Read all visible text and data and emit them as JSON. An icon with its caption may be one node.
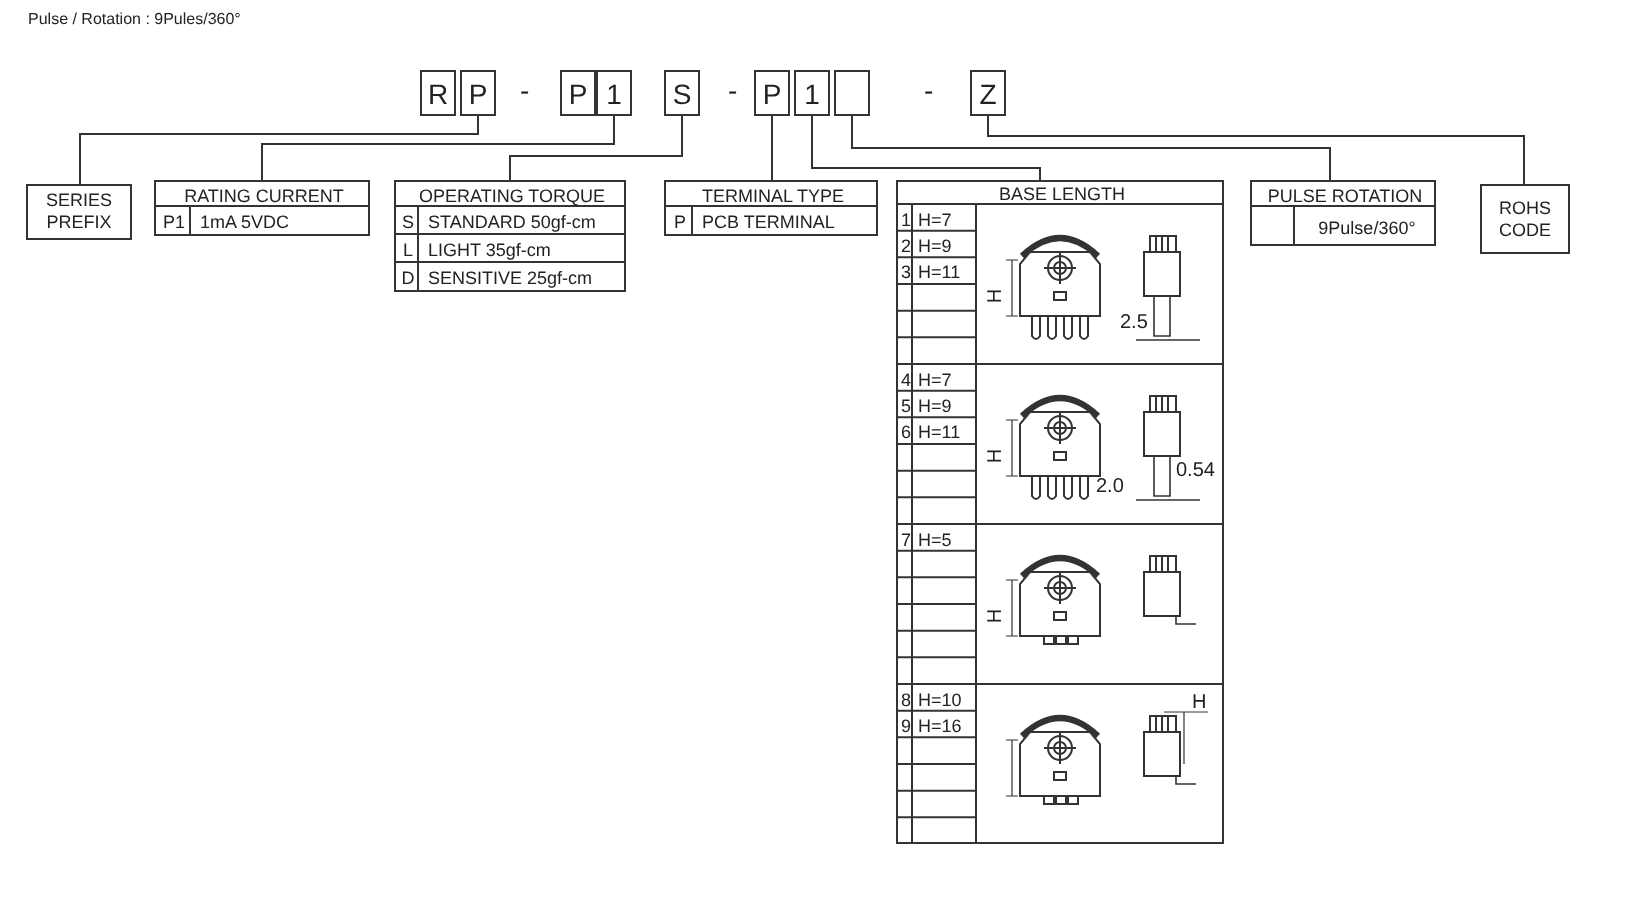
{
  "diagram": {
    "title": "Pulse / Rotation : 9Pules/360°",
    "nodes": [
      {
        "text": [
          "R"
        ]
      },
      {
        "text": [
          "P"
        ]
      },
      {
        "text": [
          "P"
        ]
      },
      {
        "text": [
          "1"
        ]
      },
      {
        "text": [
          "S"
        ]
      },
      {
        "text": [
          "P"
        ]
      },
      {
        "text": [
          "1"
        ]
      },
      {
        "text": [],
        "shape": "box"
      },
      {
        "text": [
          "Z"
        ]
      },
      {
        "text": [
          "SERIES PREFIX"
        ]
      },
      {
        "text": [
          "RATING CURRENT",
          "P1",
          "1mA 5VDC"
        ]
      },
      {
        "text": [
          "OPERATING TORQUE",
          "S",
          "STANDARD 50gf-cm",
          "L",
          "LIGHT 35gf-cm",
          "D",
          "SENSITIVE 25gf-cm"
        ]
      },
      {
        "text": [
          "TERMINAL TYPE",
          "P",
          "PCB TERMINAL"
        ]
      },
      {
        "text": [
          "BASE LENGTH",
          "1",
          "H=7",
          "2",
          "H=9",
          "3",
          "H=11",
          "4",
          "H=7",
          "5",
          "H=9",
          "6",
          "H=11",
          "7",
          "H=5",
          "8",
          "H=10",
          "9",
          "H=16"
        ]
      },
      {
        "text": [
          "PULSE ROTATION",
          "9Pulse/360°"
        ]
      },
      {
        "text": [
          "ROHS CODE"
        ]
      }
    ],
    "edges": [
      {
        "from": 1,
        "to": 9,
        "arrow": "none"
      },
      {
        "from": 3,
        "to": 10,
        "arrow": "none"
      },
      {
        "from": 4,
        "to": 11,
        "arrow": "none"
      },
      {
        "from": 5,
        "to": 12,
        "arrow": "none"
      },
      {
        "from": 6,
        "to": 13,
        "arrow": "none"
      },
      {
        "from": 7,
        "to": 14,
        "arrow": "none"
      },
      {
        "from": 8,
        "to": 15,
        "arrow": "none"
      }
    ],
    "labels": [
      "-",
      "-",
      "-",
      "H",
      "2.5",
      "H",
      "0.54",
      "2.0",
      "H",
      "H"
    ]
  }
}
